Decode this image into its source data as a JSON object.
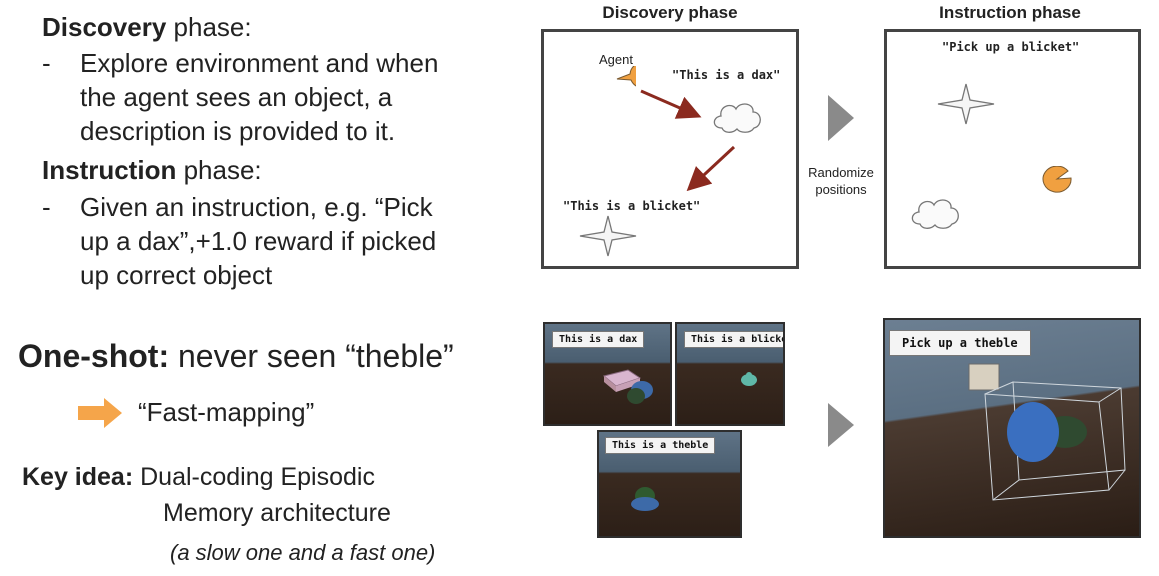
{
  "left": {
    "discovery": {
      "bold": "Discovery",
      "rest": " phase:"
    },
    "discovery_bullet": {
      "dash": "-",
      "lines": [
        "Explore environment and when",
        "the agent sees an object, a",
        "description is provided to it."
      ]
    },
    "instruction": {
      "bold": "Instruction",
      "rest": " phase:"
    },
    "instruction_bullet": {
      "dash": "-",
      "lines": [
        "Given an instruction, e.g. “Pick",
        "up a dax”,+1.0 reward if picked",
        "up correct object"
      ]
    },
    "oneshot": {
      "bold": "One-shot:",
      "rest": " never seen “theble”"
    },
    "fast_mapping": "“Fast-mapping”",
    "key_idea": {
      "bold": "Key idea:",
      "rest": " Dual-coding Episodic",
      "line2": "Memory architecture"
    },
    "note": "(a slow one and a fast one)"
  },
  "diagram": {
    "discovery_title": "Discovery phase",
    "instruction_title": "Instruction phase",
    "agent_label": "Agent",
    "dax_caption": "\"This is a dax\"",
    "blicket_caption": "\"This is a blicket\"",
    "randomize_line1": "Randomize",
    "randomize_line2": "positions",
    "instruction_caption": "\"Pick up a blicket\""
  },
  "scenes": {
    "dax": "This is a dax",
    "blicket": "This is a blicket",
    "theble": "This is a theble",
    "pickup": "Pick up a theble"
  },
  "colors": {
    "agent": "#f0a040",
    "arrow": "#8b2a1f",
    "fast_mapping_arrow": "#f5a54a",
    "chevron": "#8a8a8a"
  }
}
